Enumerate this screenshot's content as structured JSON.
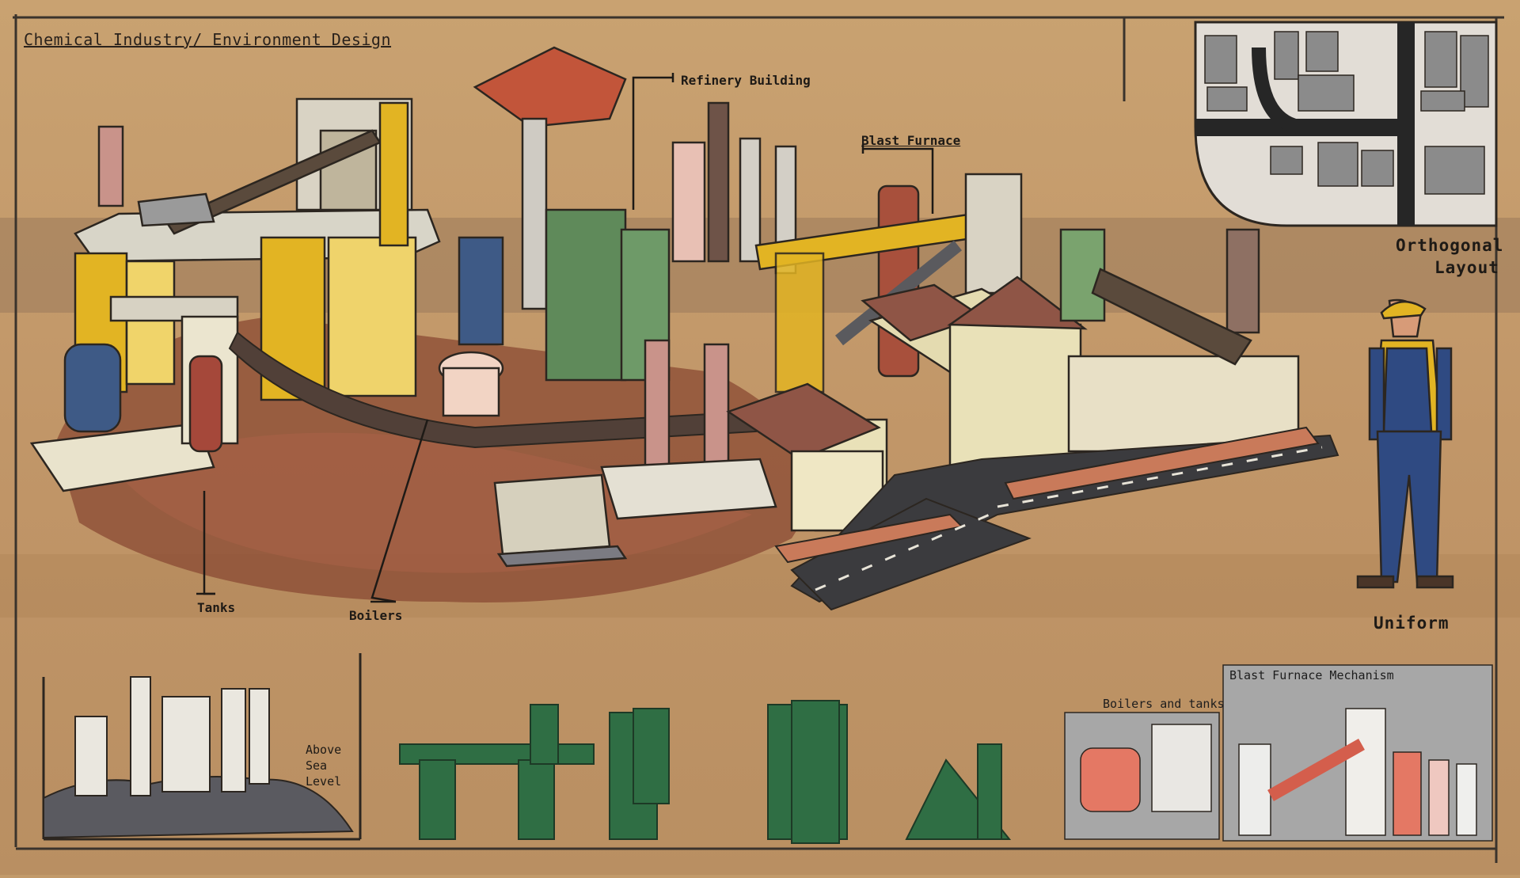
{
  "sheet_title": "Chemical Industry/ Environment Design",
  "callouts": {
    "refinery": "Refinery Building",
    "blast_furnace": "Blast Furnace",
    "tanks": "Tanks",
    "boilers": "Boilers"
  },
  "layout_panel": {
    "label_line1": "Orthogonal",
    "label_line2": "Layout"
  },
  "uniform_label": "Uniform",
  "sea_level": {
    "line1": "Above",
    "line2": "Sea",
    "line3": "Level"
  },
  "mechanism_panel": {
    "boilers_title": "Boilers and tanks",
    "furnace_title": "Blast Furnace Mechanism"
  },
  "colors": {
    "background": "#c29a6a",
    "frame": "#3a332c",
    "accent_yellow": "#e2b423",
    "factory_green": "#5f8a5a",
    "rust_red": "#c2553a",
    "silhouette_green": "#2f6e44",
    "grey_panel": "#a7a7a7"
  }
}
